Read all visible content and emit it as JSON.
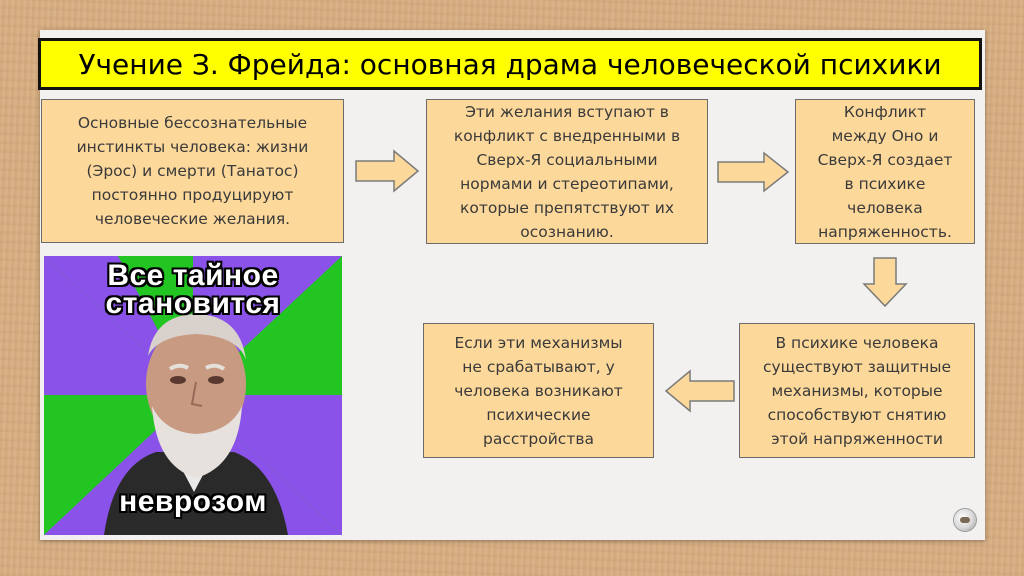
{
  "title": "Учение З. Фрейда: основная драма человеческой психики",
  "boxes": {
    "instincts": [
      "Основные бессознательные",
      "инстинкты человека: жизни",
      "(Эрос) и смерти (Танатос)",
      "постоянно продуцируют",
      "человеческие желания."
    ],
    "conflict": [
      "Эти желания вступают в",
      "конфликт с внедренными в",
      "Сверх-Я социальными",
      "нормами и стереотипами,",
      "которые препятствуют их",
      "осознанию."
    ],
    "tension": [
      "Конфликт",
      "между Оно и",
      "Сверх-Я создает",
      "в психике",
      "человека",
      "напряженность."
    ],
    "defense": [
      "В психике человека",
      "существуют защитные",
      "механизмы, которые",
      "способствуют снятию",
      "этой напряженности"
    ],
    "disorders": [
      "Если эти механизмы",
      "не срабатывают, у",
      "человека возникают",
      "психические",
      "расстройства"
    ]
  },
  "meme": {
    "top_line1": "Все тайное",
    "top_line2": "становится",
    "bottom": "неврозом"
  },
  "colors": {
    "title_bg": "#ffff00",
    "box_fill": "#fcd89a",
    "arrow_fill": "#fcd89a",
    "meme_green": "#22c522",
    "meme_purple": "#8a52e8"
  },
  "icons": {
    "arrow": "block-arrow",
    "nav": "slide-nav-button-icon"
  }
}
